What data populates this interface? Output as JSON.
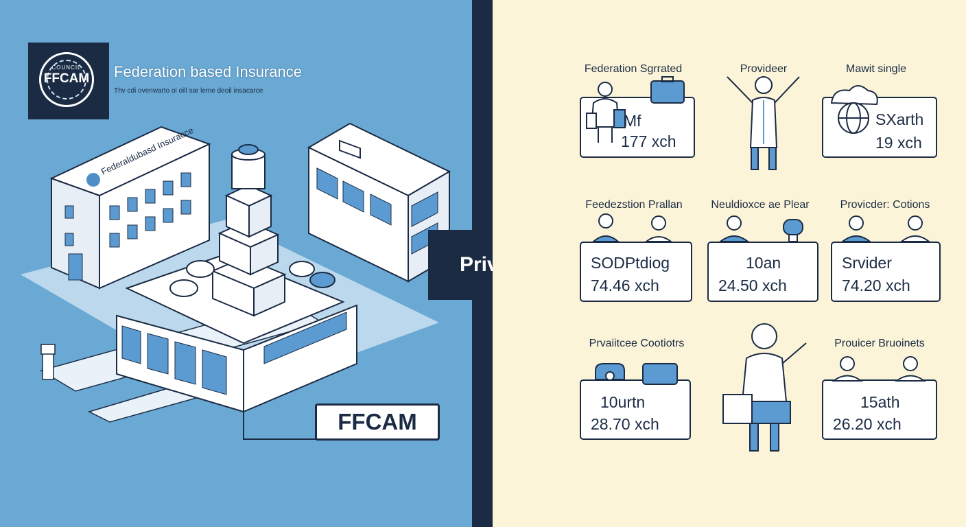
{
  "brand": {
    "logo_top": "COUNCIL",
    "logo_text": "FFCAM",
    "title": "Federation based Insurance",
    "subtitle": "Thv cdi ovenwarto ol oill sar leme deoil insacarce",
    "building_sign": "Federaldubasd Insuracce",
    "campus_label": "FFCAM"
  },
  "divider_label": "Private",
  "colors": {
    "left_bg": "#6aa9d4",
    "right_bg": "#fbf4d8",
    "navy": "#1b2b44",
    "accent_blue": "#5b9bd1"
  },
  "columns": [
    {
      "title": "Federation Sgrrated",
      "card_name": "Mf",
      "price": "177 xch",
      "icon": "people-with-briefcase-icon"
    },
    {
      "title": "Provideer",
      "card_name": "",
      "price": "",
      "icon": "doctor-icon"
    },
    {
      "title": "Mawit single",
      "card_name": "SXarth",
      "price": "19 xch",
      "icon": "globe-cloud-icon"
    },
    {
      "title": "Feedezstion Prallan",
      "card_name": "SODPtdiog",
      "price": "74.46 xch",
      "icon": "two-people-icon"
    },
    {
      "title": "Neuldioxce ae Plear",
      "card_name": "10an",
      "price": "24.50 xch",
      "icon": "person-trophy-icon"
    },
    {
      "title": "Provicder: Cotions",
      "card_name": "Srvider",
      "price": "74.20 xch",
      "icon": "patient-doctor-icon"
    },
    {
      "title": "Prvaiitcee Cootiotrs",
      "card_name": "10urtn",
      "price": "28.70 xch",
      "icon": "person-laptop-icon"
    },
    {
      "title": "",
      "card_name": "",
      "price": "",
      "icon": "presenter-icon"
    },
    {
      "title": "Prouicer Bruoinets",
      "card_name": "15ath",
      "price": "26.20 xch",
      "icon": "doctors-icon"
    }
  ]
}
